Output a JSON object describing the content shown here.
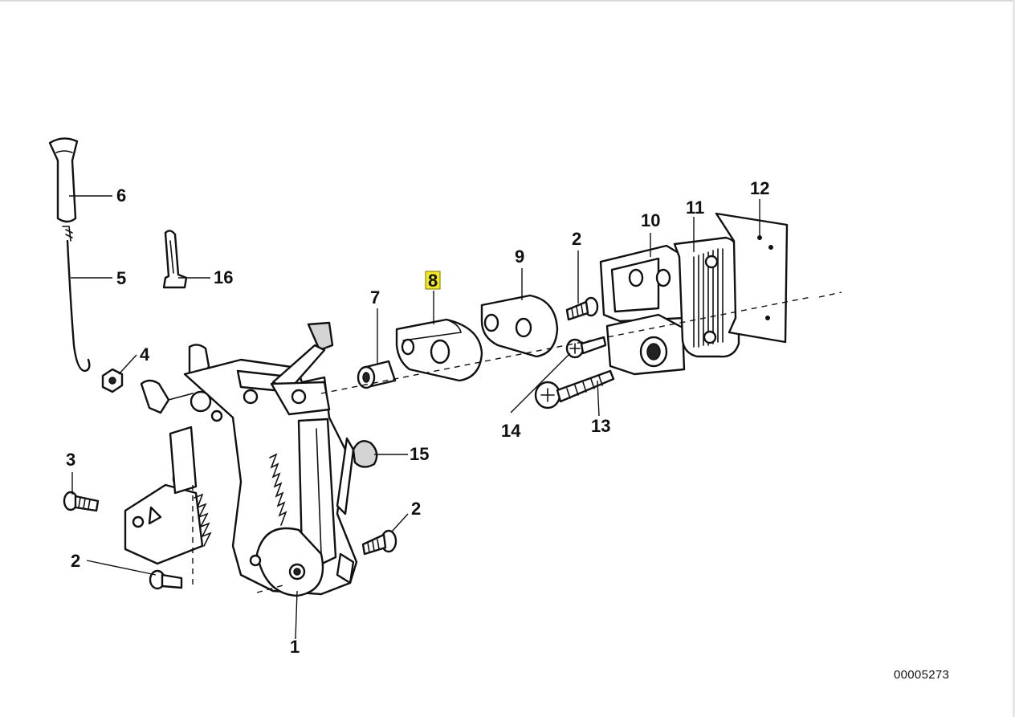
{
  "callouts": [
    {
      "num": "1",
      "highlighted": false
    },
    {
      "num": "2",
      "highlighted": false
    },
    {
      "num": "2",
      "highlighted": false
    },
    {
      "num": "2",
      "highlighted": false
    },
    {
      "num": "3",
      "highlighted": false
    },
    {
      "num": "4",
      "highlighted": false
    },
    {
      "num": "5",
      "highlighted": false
    },
    {
      "num": "6",
      "highlighted": false
    },
    {
      "num": "7",
      "highlighted": false
    },
    {
      "num": "8",
      "highlighted": true
    },
    {
      "num": "9",
      "highlighted": false
    },
    {
      "num": "10",
      "highlighted": false
    },
    {
      "num": "11",
      "highlighted": false
    },
    {
      "num": "12",
      "highlighted": false
    },
    {
      "num": "13",
      "highlighted": false
    },
    {
      "num": "14",
      "highlighted": false
    },
    {
      "num": "15",
      "highlighted": false
    },
    {
      "num": "16",
      "highlighted": false
    }
  ],
  "reference_number": "00005273",
  "colors": {
    "highlight": "#f2ea1a",
    "ink": "#111111",
    "background": "#ffffff"
  }
}
